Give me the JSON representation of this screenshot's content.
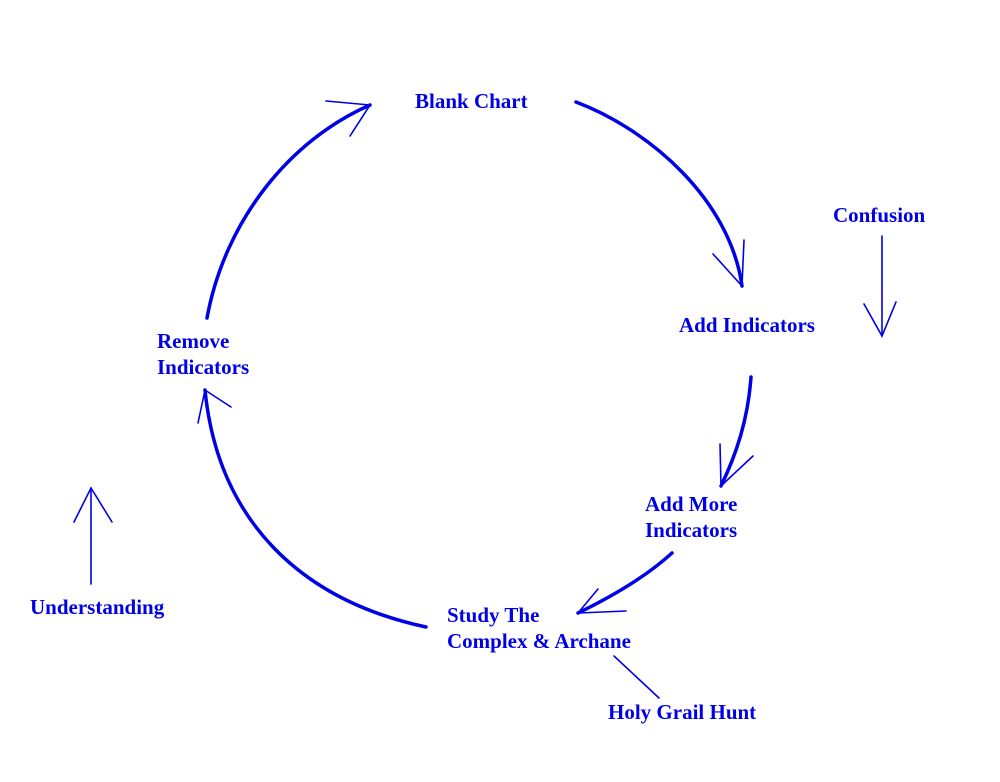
{
  "colors": {
    "ink": "#0000e6",
    "background": "#ffffff"
  },
  "cycle": {
    "blank_chart": "Blank Chart",
    "add_indicators": "Add Indicators",
    "add_more_indicators": [
      "Add More",
      "Indicators"
    ],
    "study": [
      "Study The",
      "Complex & Archane"
    ],
    "remove_indicators": [
      "Remove",
      "Indicators"
    ]
  },
  "side_labels": {
    "confusion": "Confusion",
    "understanding": "Understanding",
    "holy_grail_hunt": "Holy Grail Hunt"
  }
}
